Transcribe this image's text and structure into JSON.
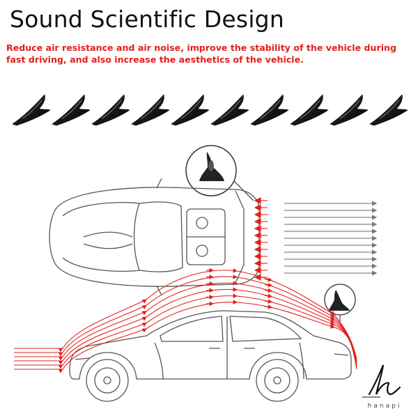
{
  "heading": {
    "title": "Sound Scientific Design",
    "subtitle": "Reduce air resistance and air noise,    improve the stability of the vehicle during\nfast driving,    and also increase the aesthetics of the vehicle.",
    "subtitle_color": "#e0211d"
  },
  "product": {
    "fin_count": 10,
    "icon": "shark-fin-spoiler-icon"
  },
  "diagram": {
    "top_view": "car-top-view-icon",
    "side_view": "car-side-view-icon",
    "airflow_color": "#e0211d"
  },
  "brand": {
    "name": "hanapi"
  }
}
